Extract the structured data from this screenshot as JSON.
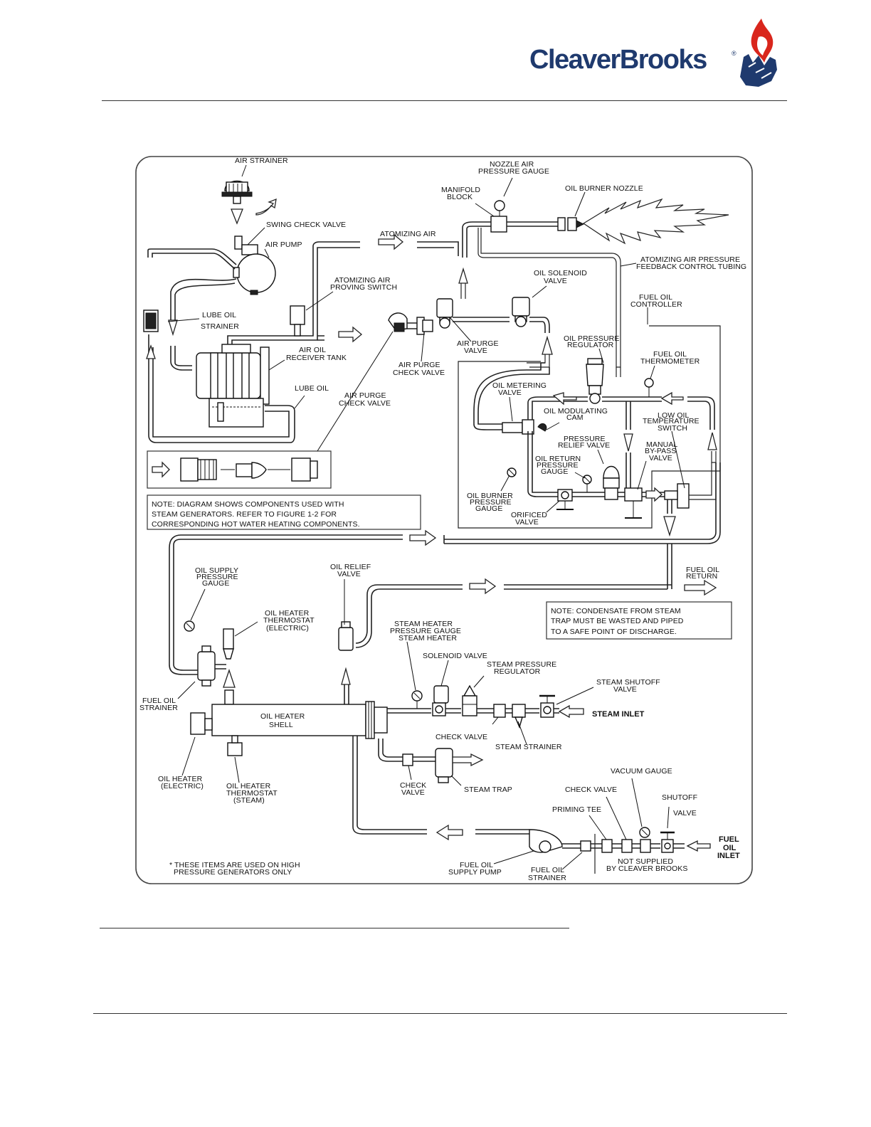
{
  "header": {
    "brand_left": "Cleaver",
    "brand_right": "Brooks",
    "brand_mark": "®",
    "logo_icon": "flame-hand-icon",
    "brand_colors": {
      "text": "#1f3a6e",
      "flame": "#d9261c",
      "hand": "#1f3a6e"
    }
  },
  "diagram": {
    "top_left": {
      "air_strainer": "AIR STRAINER",
      "swing_check_valve": "SWING CHECK VALVE",
      "air_pump": "AIR PUMP",
      "lube_oil_strainer_1": "LUBE OIL",
      "lube_oil_strainer_2": "STRAINER",
      "air_oil_receiver_tank_1": "AIR OIL",
      "air_oil_receiver_tank_2": "RECEIVER TANK",
      "lube_oil": "LUBE OIL",
      "atomizing_air_proving_switch_1": "ATOMIZING AIR",
      "atomizing_air_proving_switch_2": "PROVING SWITCH",
      "air_purge_check_valve_a_1": "AIR PURGE",
      "air_purge_check_valve_a_2": "CHECK VALVE",
      "air_purge_check_valve_b_1": "AIR PURGE",
      "air_purge_check_valve_b_2": "CHECK VALVE"
    },
    "top_right": {
      "nozzle_air_pressure_gauge_1": "NOZZLE AIR",
      "nozzle_air_pressure_gauge_2": "PRESSURE GAUGE",
      "manifold_block_1": "MANIFOLD",
      "manifold_block_2": "BLOCK",
      "oil_burner_nozzle": "OIL BURNER NOZZLE",
      "atomizing_air": "ATOMIZING AIR",
      "feedback_tubing_1": "ATOMIZING AIR PRESSURE",
      "feedback_tubing_2": "FEEDBACK CONTROL TUBING",
      "oil_solenoid_valve_1": "OIL SOLENOID",
      "oil_solenoid_valve_2": "VALVE",
      "fuel_oil_controller_1": "FUEL OIL",
      "fuel_oil_controller_2": "CONTROLLER",
      "air_purge_valve_1": "AIR PURGE",
      "air_purge_valve_2": "VALVE",
      "oil_pressure_regulator_1": "OIL PRESSURE",
      "oil_pressure_regulator_2": "REGULATOR",
      "fuel_oil_thermometer_1": "FUEL OIL",
      "fuel_oil_thermometer_2": "THERMOMETER",
      "oil_metering_valve_1": "OIL METERING",
      "oil_metering_valve_2": "VALVE",
      "oil_modulating_cam_1": "OIL MODULATING",
      "oil_modulating_cam_2": "CAM",
      "low_oil_temp_switch_1": "LOW OIL",
      "low_oil_temp_switch_2": "TEMPERATURE",
      "low_oil_temp_switch_3": "SWITCH",
      "pressure_relief_valve_1": "PRESSURE",
      "pressure_relief_valve_2": "RELIEF VALVE",
      "manual_bypass_valve_1": "MANUAL",
      "manual_bypass_valve_2": "BY-PASS",
      "manual_bypass_valve_3": "VALVE",
      "oil_return_pressure_gauge_1": "OIL RETURN",
      "oil_return_pressure_gauge_2": "PRESSURE",
      "oil_return_pressure_gauge_3": "GAUGE",
      "oil_burner_pressure_gauge_1": "OIL BURNER",
      "oil_burner_pressure_gauge_2": "PRESSURE",
      "oil_burner_pressure_gauge_3": "GAUGE",
      "orificed_valve_1": "ORIFICED",
      "orificed_valve_2": "VALVE"
    },
    "note_1": {
      "line_1": "NOTE: DIAGRAM SHOWS COMPONENTS USED WITH",
      "line_2": "STEAM GENERATORS. REFER TO FIGURE 1-2 FOR",
      "line_3": "CORRESPONDING HOT WATER HEATING COMPONENTS."
    },
    "middle": {
      "oil_supply_pressure_gauge_1": "OIL SUPPLY",
      "oil_supply_pressure_gauge_2": "PRESSURE",
      "oil_supply_pressure_gauge_3": "GAUGE",
      "oil_relief_valve_1": "OIL RELIEF",
      "oil_relief_valve_2": "VALVE",
      "fuel_oil_return_1": "FUEL OIL",
      "fuel_oil_return_2": "RETURN",
      "oil_heater_thermostat_electric_1": "OIL HEATER",
      "oil_heater_thermostat_electric_2": "THERMOSTAT",
      "oil_heater_thermostat_electric_3": "(ELECTRIC)",
      "steam_heater_1": "STEAM HEATER",
      "steam_heater_2": "PRESSURE GAUGE",
      "steam_heater_3": "STEAM HEATER"
    },
    "note_2": {
      "line_1": "NOTE: CONDENSATE FROM STEAM",
      "line_2": "TRAP MUST BE WASTED AND PIPED",
      "line_3": "TO A SAFE POINT OF DISCHARGE."
    },
    "bottom": {
      "solenoid_valve": "SOLENOID VALVE",
      "steam_pressure_regulator_1": "STEAM PRESSURE",
      "steam_pressure_regulator_2": "REGULATOR",
      "steam_shutoff_valve_1": "STEAM SHUTOFF",
      "steam_shutoff_valve_2": "VALVE",
      "steam_inlet": "STEAM INLET",
      "fuel_oil_strainer_top_1": "FUEL OIL",
      "fuel_oil_strainer_top_2": "STRAINER",
      "oil_heater_shell_1": "OIL HEATER",
      "oil_heater_shell_2": "SHELL",
      "check_valve_steam": "CHECK VALVE",
      "steam_strainer": "STEAM STRAINER",
      "oil_heater_electric_1": "OIL HEATER",
      "oil_heater_electric_2": "(ELECTRIC)",
      "oil_heater_thermostat_steam_1": "OIL HEATER",
      "oil_heater_thermostat_steam_2": "THERMOSTAT",
      "oil_heater_thermostat_steam_3": "(STEAM)",
      "check_valve_trap_1": "CHECK",
      "check_valve_trap_2": "VALVE",
      "steam_trap": "STEAM TRAP",
      "vacuum_gauge": "VACUUM GAUGE",
      "check_valve_inlet": "CHECK VALVE",
      "shutoff_valve_1": "SHUTOFF",
      "shutoff_valve_2": "VALVE",
      "priming_tee": "PRIMING TEE",
      "fuel_oil_inlet_1": "FUEL",
      "fuel_oil_inlet_2": "OIL",
      "fuel_oil_inlet_3": "INLET",
      "footnote_1": "* THESE ITEMS ARE USED ON HIGH",
      "footnote_2": "PRESSURE GENERATORS ONLY",
      "fuel_oil_supply_pump_1": "FUEL OIL",
      "fuel_oil_supply_pump_2": "SUPPLY PUMP",
      "fuel_oil_strainer_bottom_1": "FUEL OIL",
      "fuel_oil_strainer_bottom_2": "STRAINER",
      "not_supplied_1": "NOT SUPPLIED",
      "not_supplied_2": "BY CLEAVER BROOKS"
    }
  }
}
